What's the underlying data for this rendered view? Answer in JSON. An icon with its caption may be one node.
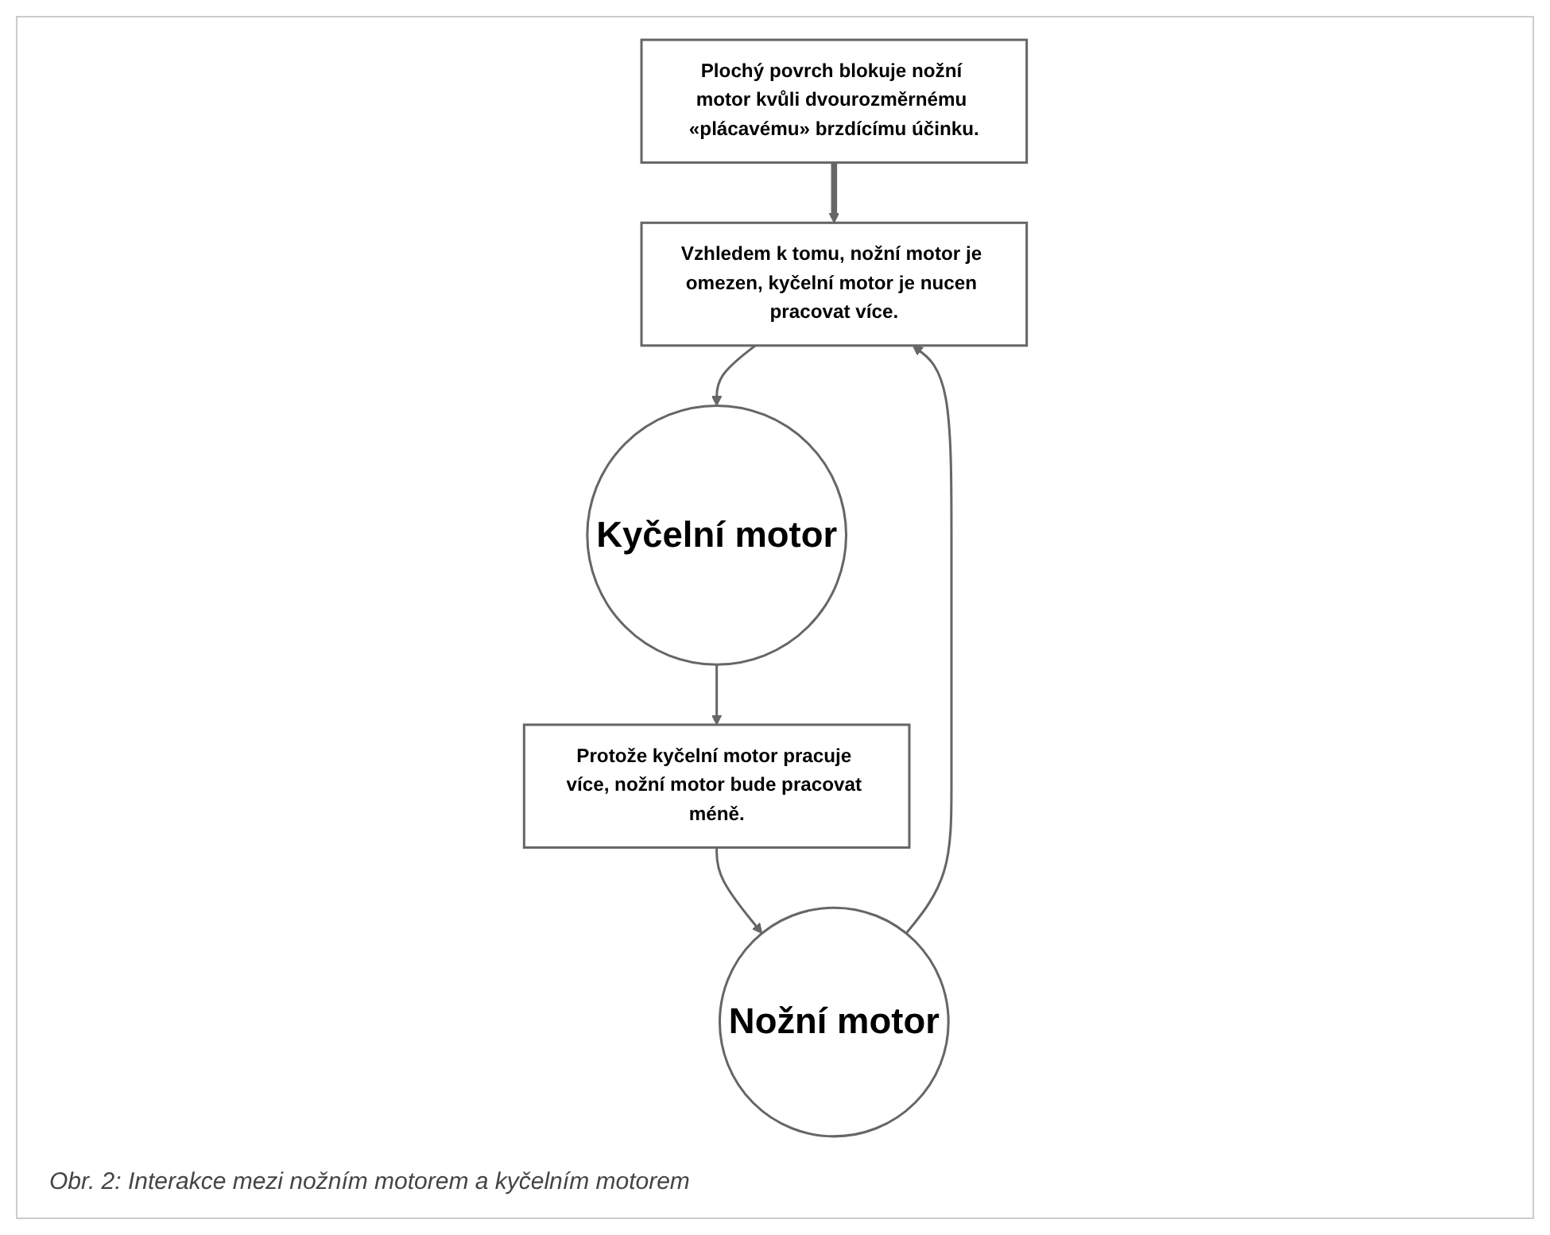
{
  "diagram": {
    "caption": "Obr. 2: Interakce mezi nožním motorem a kyčelním motorem",
    "nodes": [
      {
        "text": [
          "Plochý povrch blokuje nožní motor kvůli dvourozměrnému «plácavému» brzdícímu účinku."
        ]
      },
      {
        "text": [
          "Vzhledem k tomu, nožní motor je omezen, kyčelní motor je nucen pracovat více."
        ]
      },
      {
        "text": [
          "Nožní motor"
        ]
      },
      {
        "text": [
          "Kyčelní motor"
        ]
      },
      {
        "text": [
          "Protože kyčelní motor pracuje více, nožní motor bude pracovat méně."
        ]
      }
    ],
    "edges": [
      {
        "from": 0,
        "to": 1,
        "arrow": "to",
        "style": "thick"
      },
      {
        "from": 2,
        "to": 1,
        "arrow": "to"
      },
      {
        "from": 1,
        "to": 3,
        "arrow": "to"
      },
      {
        "from": 3,
        "to": 4,
        "arrow": "to"
      },
      {
        "from": 4,
        "to": 2,
        "arrow": "to"
      }
    ]
  }
}
